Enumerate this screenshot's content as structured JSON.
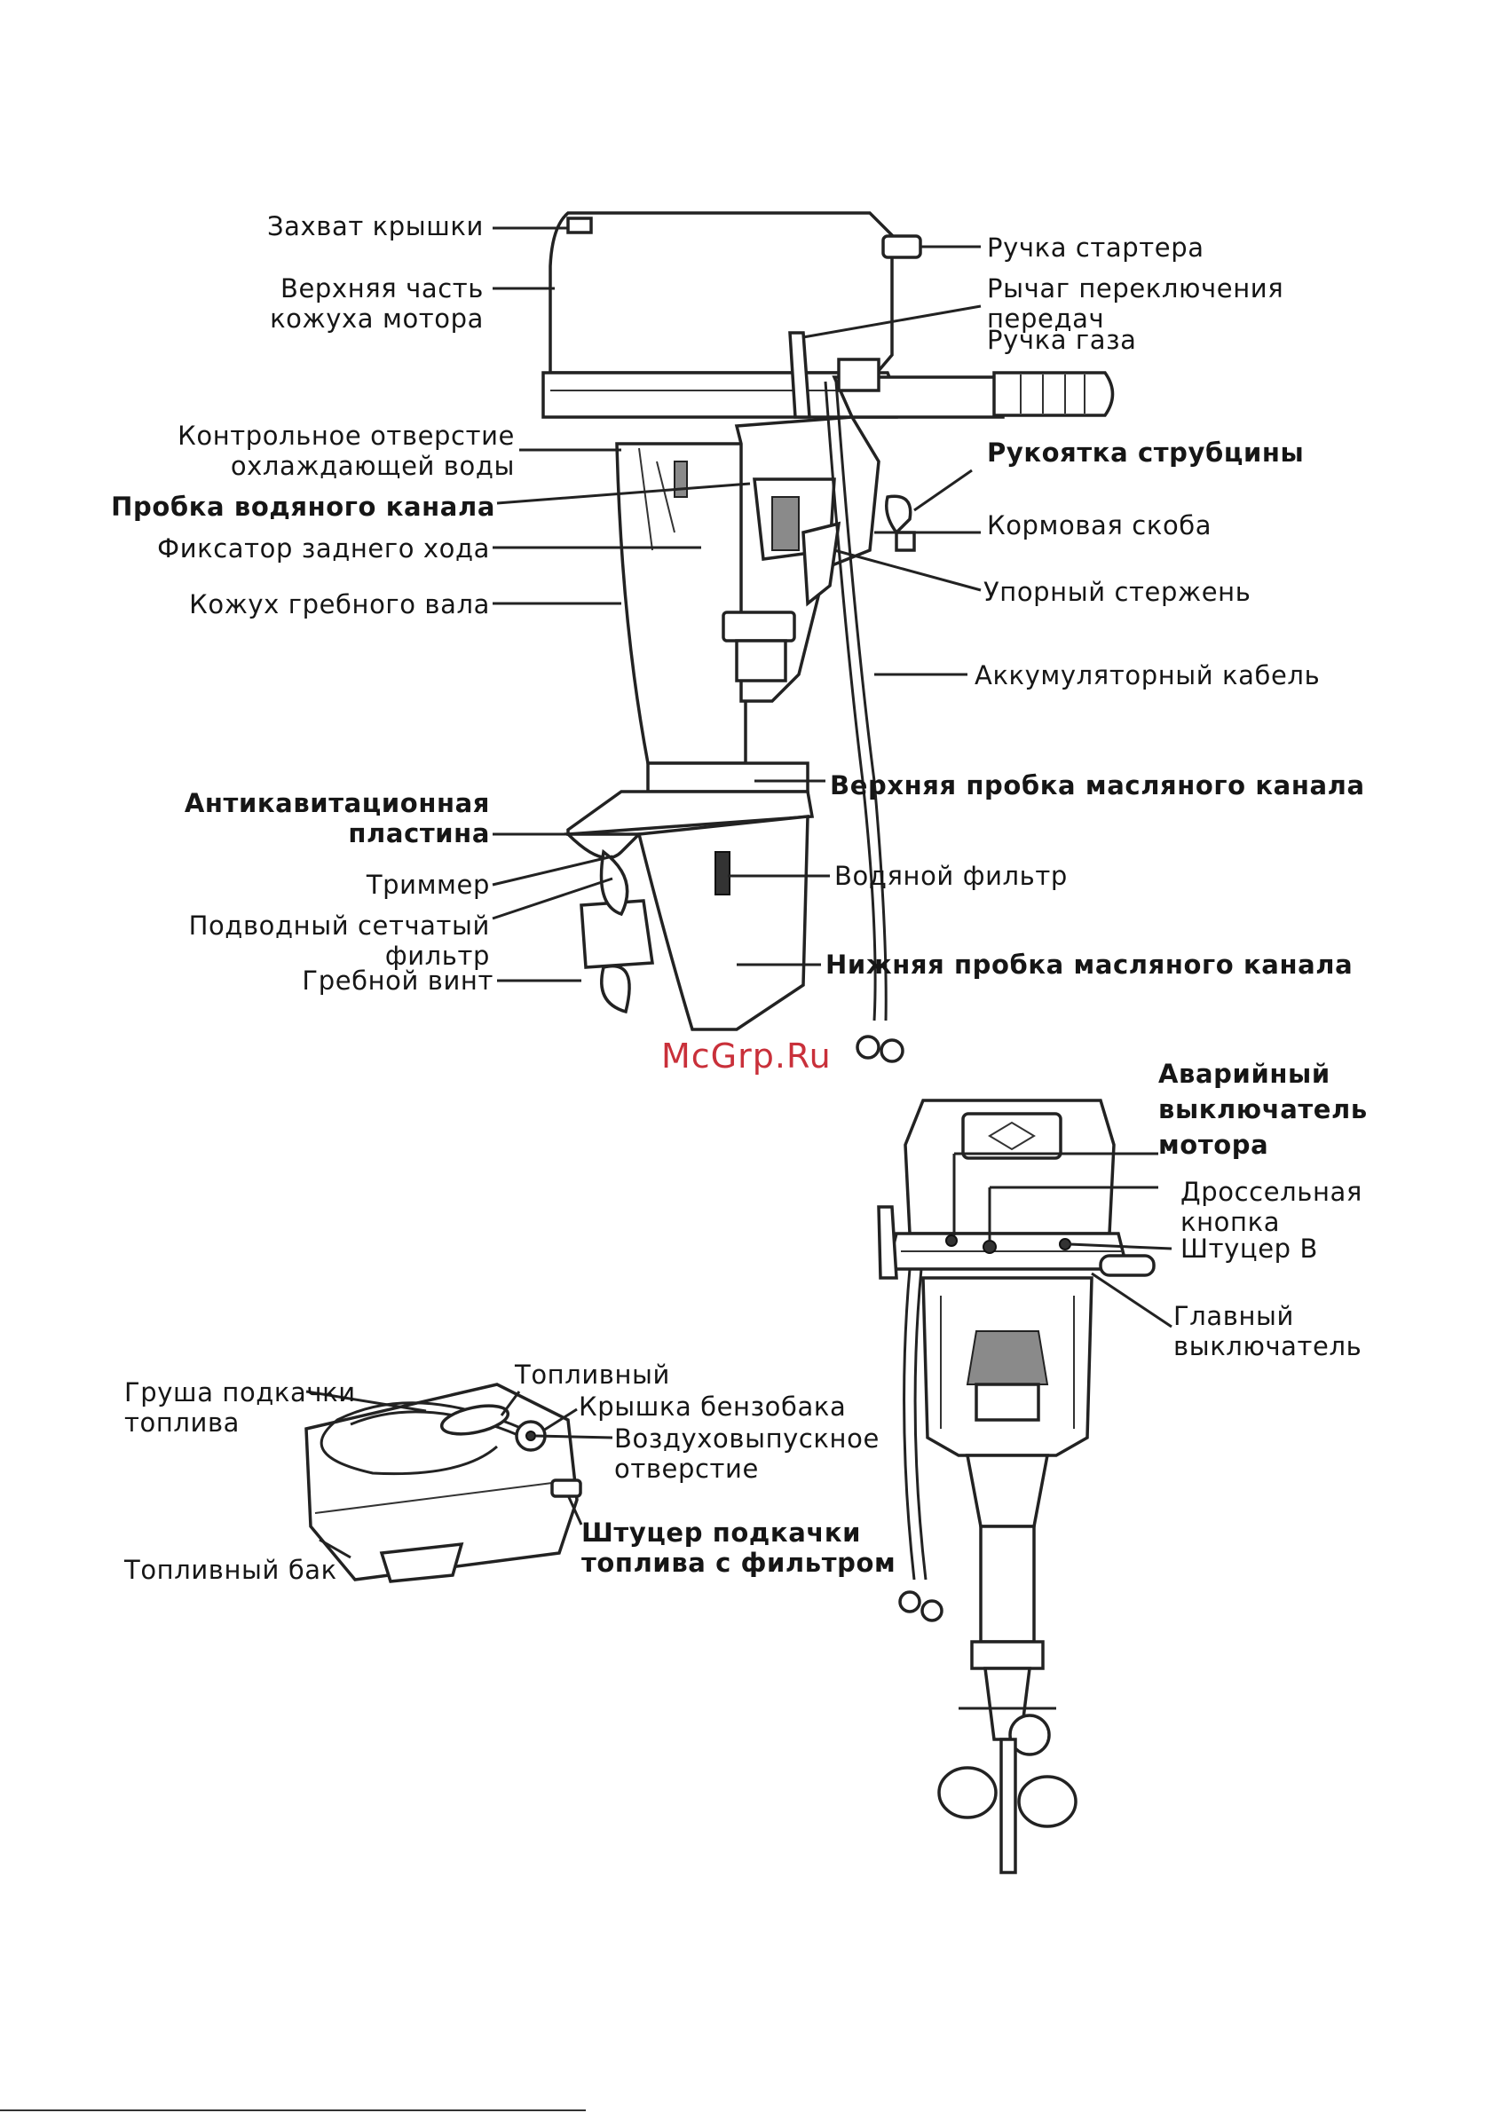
{
  "watermark": "McGrp.Ru",
  "side_view": {
    "cover_grip": "Захват крышки",
    "upper_cowling": "Верхняя часть\nкожуха мотора",
    "cooling_check_hole": "Контрольное отверстие\nохлаждающей воды",
    "water_channel_plug": "Пробка водяного канала",
    "reverse_lock": "Фиксатор заднего хода",
    "drive_shaft_housing": "Кожух гребного вала",
    "anticavitation_plate": "Антикавитационная\nпластина",
    "trim_tab": "Триммер",
    "water_strainer": "Подводный сетчатый\nфильтр",
    "propeller": "Гребной винт",
    "starter_handle": "Ручка стартера",
    "shift_lever": "Рычаг переключения\nпередач",
    "throttle_grip": "Ручка газа",
    "clamp_handle": "Рукоятка струбцины",
    "stern_bracket": "Кормовая скоба",
    "thrust_rod": "Упорный стержень",
    "battery_cable": "Аккумуляторный кабель",
    "upper_oil_plug": "Верхняя пробка масляного канала",
    "water_filter": "Водяной фильтр",
    "lower_oil_plug": "Нижняя пробка масляного канала"
  },
  "front_view": {
    "emergency_stop": "Аварийный\nвыключатель\nмотора",
    "choke_knob": "Дроссельная\nкнопка",
    "fitting_b": "Штуцер В",
    "main_switch": "Главный\nвыключатель"
  },
  "fuel_tank": {
    "primer_bulb": "Груша подкачки\nтоплива",
    "fuel": "Топливный",
    "tank_cap": "Крышка бензобака",
    "air_vent": "Воздуховыпускное\nотверстие",
    "primer_fitting": "Штуцер подкачки\nтоплива с фильтром",
    "fuel_tank": "Топливный бак"
  }
}
